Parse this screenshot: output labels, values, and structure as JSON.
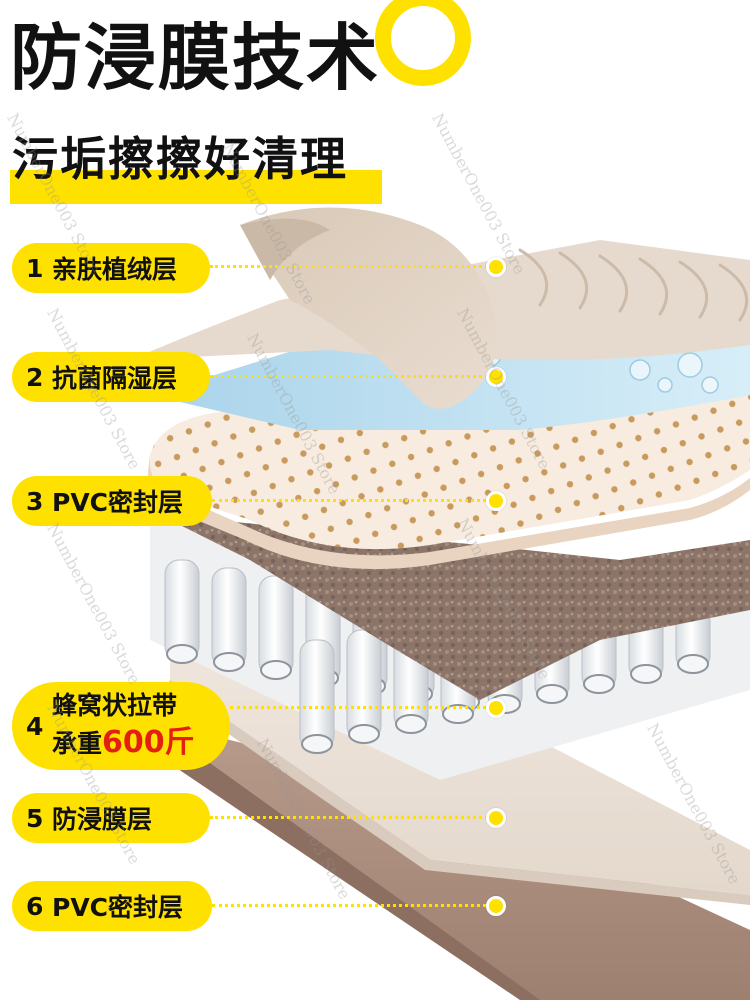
{
  "title": "防浸膜技术",
  "subtitle": "污垢擦擦好清理",
  "colors": {
    "accent": "#ffe100",
    "text": "#111111",
    "highlight": "#e41f12"
  },
  "layers": [
    {
      "num": "1",
      "label": "亲肤植绒层"
    },
    {
      "num": "2",
      "label": "抗菌隔湿层"
    },
    {
      "num": "3",
      "label": "PVC密封层"
    },
    {
      "num": "4",
      "label": "蜂窝状拉带",
      "line2_prefix": "承重",
      "line2_value": "600斤"
    },
    {
      "num": "5",
      "label": "防浸膜层"
    },
    {
      "num": "6",
      "label": "PVC密封层"
    }
  ],
  "watermark": "NumberOne003 Store"
}
